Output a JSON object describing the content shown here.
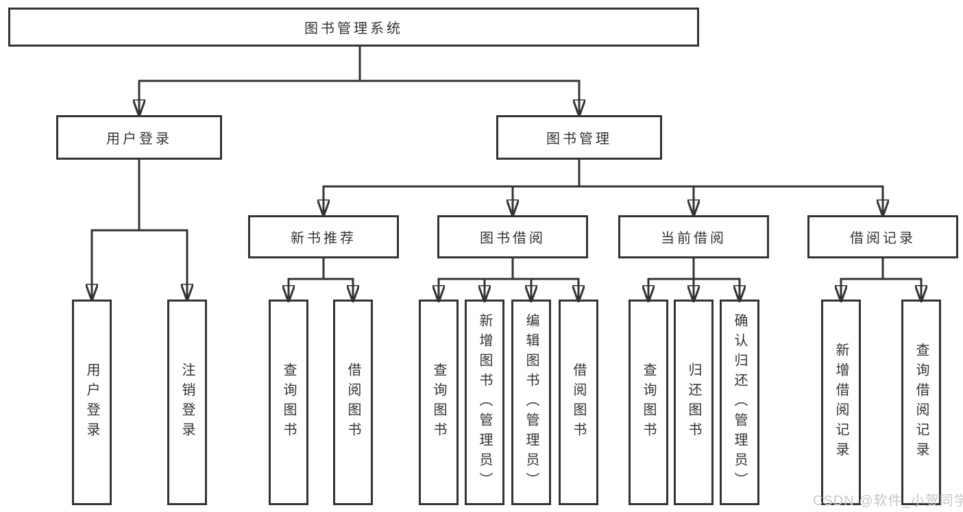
{
  "diagram": {
    "type": "tree",
    "root": {
      "label": "图书管理系统",
      "children": [
        {
          "label": "用户登录",
          "children": [
            {
              "label": "用户登录"
            },
            {
              "label": "注销登录"
            }
          ]
        },
        {
          "label": "图书管理",
          "children": [
            {
              "label": "新书推荐",
              "children": [
                {
                  "label": "查询图书"
                },
                {
                  "label": "借阅图书"
                }
              ]
            },
            {
              "label": "图书借阅",
              "children": [
                {
                  "label": "查询图书"
                },
                {
                  "label": "新增图书（管理员）"
                },
                {
                  "label": "编辑图书（管理员）"
                },
                {
                  "label": "借阅图书"
                }
              ]
            },
            {
              "label": "当前借阅",
              "children": [
                {
                  "label": "查询图书"
                },
                {
                  "label": "归还图书"
                },
                {
                  "label": "确认归还（管理员）"
                }
              ]
            },
            {
              "label": "借阅记录",
              "children": [
                {
                  "label": "新增借阅记录"
                },
                {
                  "label": "查询借阅记录"
                }
              ]
            }
          ]
        }
      ]
    },
    "colors": {
      "line": "#333333",
      "text": "#333333",
      "box_background": "#ffffff",
      "page_background": "#ffffff",
      "watermark": "#c8c8c8"
    },
    "watermark": {
      "text": "CSDN @软件_小贺同学"
    }
  }
}
